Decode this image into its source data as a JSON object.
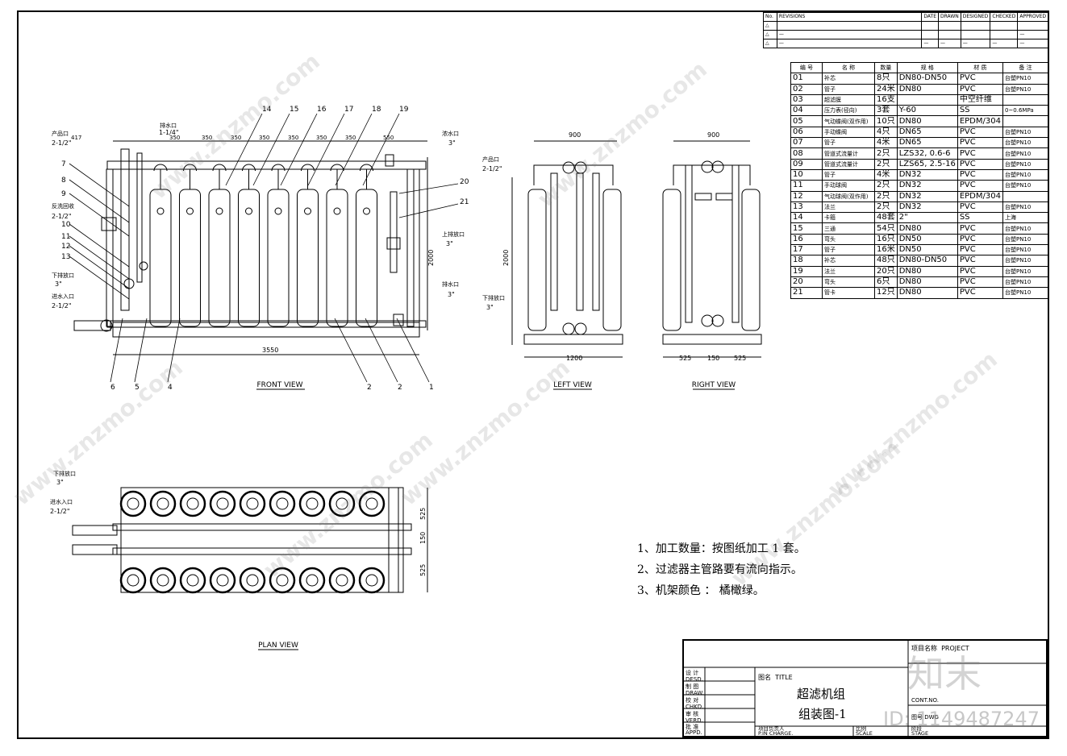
{
  "watermark": {
    "text": "www.znzmo.com",
    "logo": "知末",
    "id_text": "ID: 1149487247"
  },
  "revisions": {
    "headers": [
      "No.",
      "REVISIONS",
      "DATE",
      "DRAWN",
      "DESIGNED",
      "CHECKED",
      "APPROVED"
    ],
    "rows": [
      [
        "△",
        "",
        "",
        "",
        "",
        "",
        ""
      ],
      [
        "△",
        "—",
        "",
        "",
        "",
        "",
        "—"
      ],
      [
        "△",
        "—",
        "—",
        "—",
        "—",
        "—",
        "—"
      ]
    ]
  },
  "parts": {
    "headers": [
      "编 号",
      "名 称",
      "数量",
      "规 格",
      "材 质",
      "备 注"
    ],
    "rows": [
      [
        "01",
        "补芯",
        "8只",
        "DN80-DN50",
        "PVC",
        "台塑PN10"
      ],
      [
        "02",
        "管子",
        "24米",
        "DN80",
        "PVC",
        "台塑PN10"
      ],
      [
        "03",
        "超滤膜",
        "16支",
        "",
        "中空纤维",
        ""
      ],
      [
        "04",
        "压力表(径向)",
        "3套",
        "Y-60",
        "SS",
        "0~0.6MPa"
      ],
      [
        "05",
        "气动蝶阀(双作用)",
        "10只",
        "DN80",
        "EPDM/304",
        ""
      ],
      [
        "06",
        "手动蝶阀",
        "4只",
        "DN65",
        "PVC",
        "台塑PN10"
      ],
      [
        "07",
        "管子",
        "4米",
        "DN65",
        "PVC",
        "台塑PN10"
      ],
      [
        "08",
        "管道式流量计",
        "2只",
        "LZS32, 0.6-6",
        "PVC",
        "台塑PN10"
      ],
      [
        "09",
        "管道式流量计",
        "2只",
        "LZS65, 2.5-16",
        "PVC",
        "台塑PN10"
      ],
      [
        "10",
        "管子",
        "4米",
        "DN32",
        "PVC",
        "台塑PN10"
      ],
      [
        "11",
        "手动球阀",
        "2只",
        "DN32",
        "PVC",
        "台塑PN10"
      ],
      [
        "12",
        "气动球阀(双作用)",
        "2只",
        "DN32",
        "EPDM/304",
        ""
      ],
      [
        "13",
        "法兰",
        "2只",
        "DN32",
        "PVC",
        "台塑PN10"
      ],
      [
        "14",
        "卡箍",
        "48套",
        "2\"",
        "SS",
        "上海"
      ],
      [
        "15",
        "三通",
        "54只",
        "DN80",
        "PVC",
        "台塑PN10"
      ],
      [
        "16",
        "弯头",
        "16只",
        "DN50",
        "PVC",
        "台塑PN10"
      ],
      [
        "17",
        "管子",
        "16米",
        "DN50",
        "PVC",
        "台塑PN10"
      ],
      [
        "18",
        "补芯",
        "48只",
        "DN80-DN50",
        "PVC",
        "台塑PN10"
      ],
      [
        "19",
        "法兰",
        "20只",
        "DN80",
        "PVC",
        "台塑PN10"
      ],
      [
        "20",
        "弯头",
        "6只",
        "DN80",
        "PVC",
        "台塑PN10"
      ],
      [
        "21",
        "管卡",
        "12只",
        "DN80",
        "PVC",
        "台塑PN10"
      ]
    ]
  },
  "notes": [
    "1、加工数量：按图纸加工 1 套。",
    "2、过滤器主管路要有流向指示。",
    "3、机架颜色 ： 橘橄绿。"
  ],
  "views": {
    "front": "FRONT VIEW",
    "left": "LEFT VIEW",
    "right": "RIGHT VIEW",
    "plan": "PLAN VIEW"
  },
  "front": {
    "callouts_top": [
      "14",
      "15",
      "16",
      "17",
      "18",
      "19"
    ],
    "callouts_left": [
      "7",
      "8",
      "9",
      "10",
      "11",
      "12",
      "13"
    ],
    "callouts_bottom": [
      "6",
      "5",
      "4",
      "2",
      "2",
      "1"
    ],
    "callout_right": [
      "20",
      "21"
    ],
    "dims_top": [
      "417",
      "350",
      "350",
      "350",
      "350",
      "350",
      "350",
      "350",
      "550"
    ],
    "dim_bottom": "3550",
    "dim_height": "2000",
    "ports": {
      "product": "产品口",
      "product_size": "2-1/2\"",
      "drain_top": "排水口",
      "drain_top_size": "1-1/4\"",
      "conc": "浓水口",
      "conc_size": "3\"",
      "backwash": "反洗回收",
      "backwash_size": "2-1/2\"",
      "upper_wash": "上排放口",
      "upper_wash_size": "3\"",
      "lower_drain": "下排放口",
      "lower_drain_size": "3\"",
      "inlet": "进水入口",
      "inlet_size": "2-1/2\"",
      "outlet": "排水口",
      "outlet_size": "3\""
    }
  },
  "left": {
    "dim_top": "900",
    "dim_bottom": "1200",
    "dim_h": "2000",
    "port1": "产品口",
    "port1_size": "2-1/2\"",
    "port2": "下排放口",
    "port2_size": "3\""
  },
  "right": {
    "dim_top": "900",
    "dims_bottom": [
      "525",
      "150",
      "525"
    ]
  },
  "plan": {
    "port1": "下排放口",
    "port1_size": "3\"",
    "port2": "进水入口",
    "port2_size": "2-1/2\"",
    "dims": [
      "525",
      "150",
      "525"
    ]
  },
  "titleblock": {
    "project_label": "项目名称",
    "project": "PROJECT",
    "title_label": "图名",
    "title": "TITLE",
    "title_cn_1": "超滤机组",
    "title_cn_2": "组装图-1",
    "rows": [
      [
        "设 计",
        "DESD."
      ],
      [
        "制 图",
        "DRAW."
      ],
      [
        "校 对",
        "CHKD."
      ],
      [
        "审 核",
        "VERD."
      ],
      [
        "批 准",
        "APPD."
      ]
    ],
    "pic": "项目负责人",
    "pic_en": "P.IN CHARGE.",
    "scale_cn": "比例",
    "scale_en": "SCALE",
    "stage_cn": "阶段",
    "stage_en": "STAGE",
    "contno": "CONT.NO.",
    "dwg": "图号",
    "dwg_en": "DWG"
  }
}
